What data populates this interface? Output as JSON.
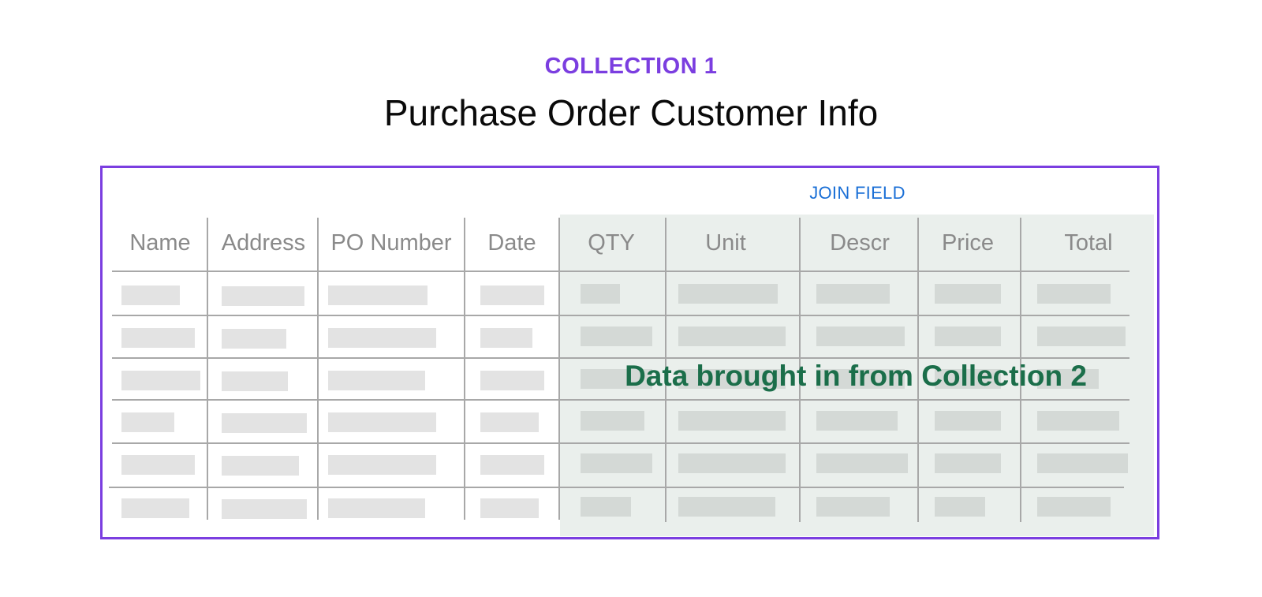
{
  "eyebrow": "COLLECTION 1",
  "title": "Purchase Order Customer Info",
  "join_field_label": "JOIN FIELD",
  "overlay_label": "Data brought in from Collection 2",
  "colors": {
    "accent_purple": "#7b3ee0",
    "join_blue": "#1a6fd6",
    "overlay_green": "#1b6e4a"
  },
  "collection1_columns": [
    "Name",
    "Address",
    "PO Number",
    "Date"
  ],
  "collection2_columns": [
    "QTY",
    "Unit",
    "Descr",
    "Price",
    "Total"
  ]
}
